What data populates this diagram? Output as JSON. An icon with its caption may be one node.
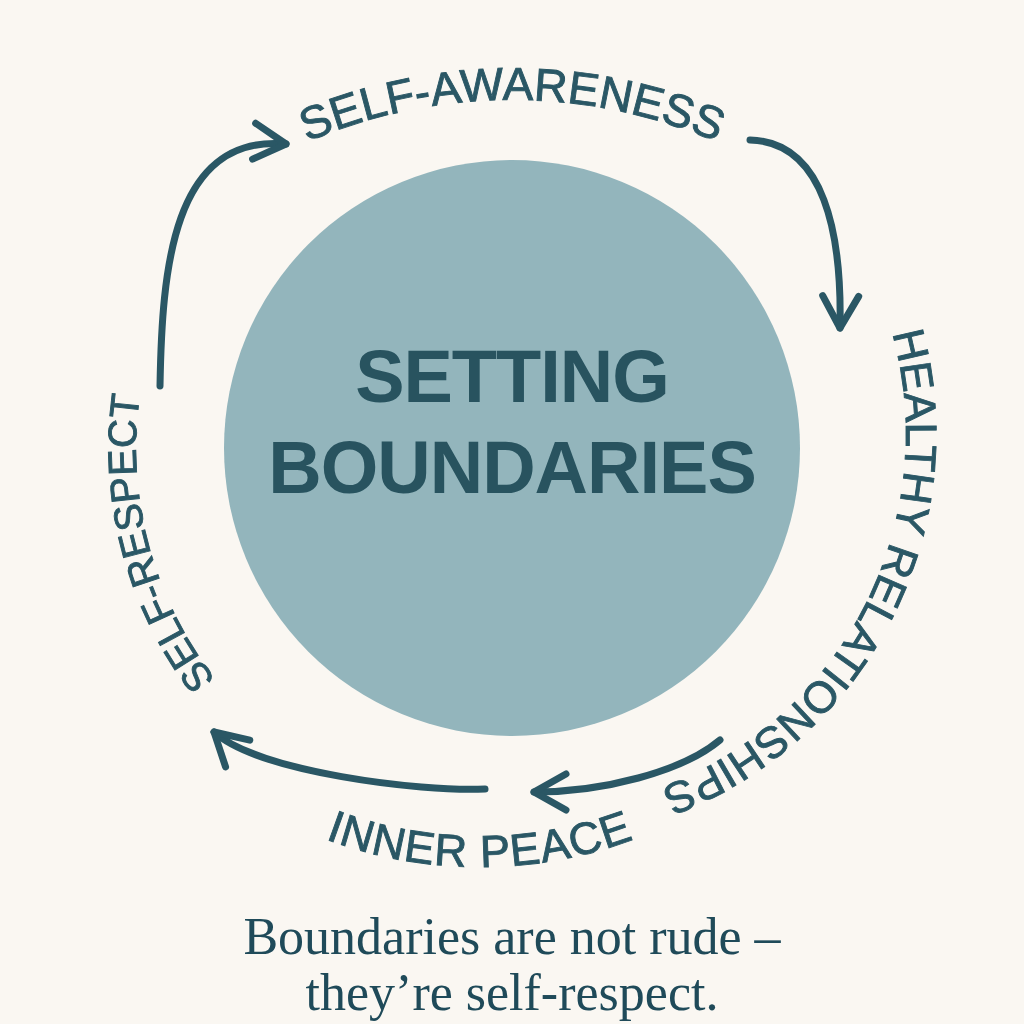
{
  "diagram": {
    "nodes": [
      {
        "text": [
          "SELF-AWARENESS"
        ]
      },
      {
        "text": [
          "SETTING BOUNDARIES"
        ]
      },
      {
        "text": [
          "HEALTHY RELATIONSHIPS"
        ]
      },
      {
        "text": [
          "INNER PEACE"
        ]
      },
      {
        "text": [
          "SELF-RESPECT"
        ]
      }
    ],
    "edges": [
      {
        "from": 4,
        "to": 0,
        "arrow": "to"
      },
      {
        "from": 0,
        "to": 2,
        "arrow": "to"
      },
      {
        "from": 2,
        "to": 3,
        "arrow": "to"
      },
      {
        "from": 3,
        "to": 4,
        "arrow": "to"
      }
    ],
    "caption": "Boundaries are not rude – they’re self-respect."
  }
}
